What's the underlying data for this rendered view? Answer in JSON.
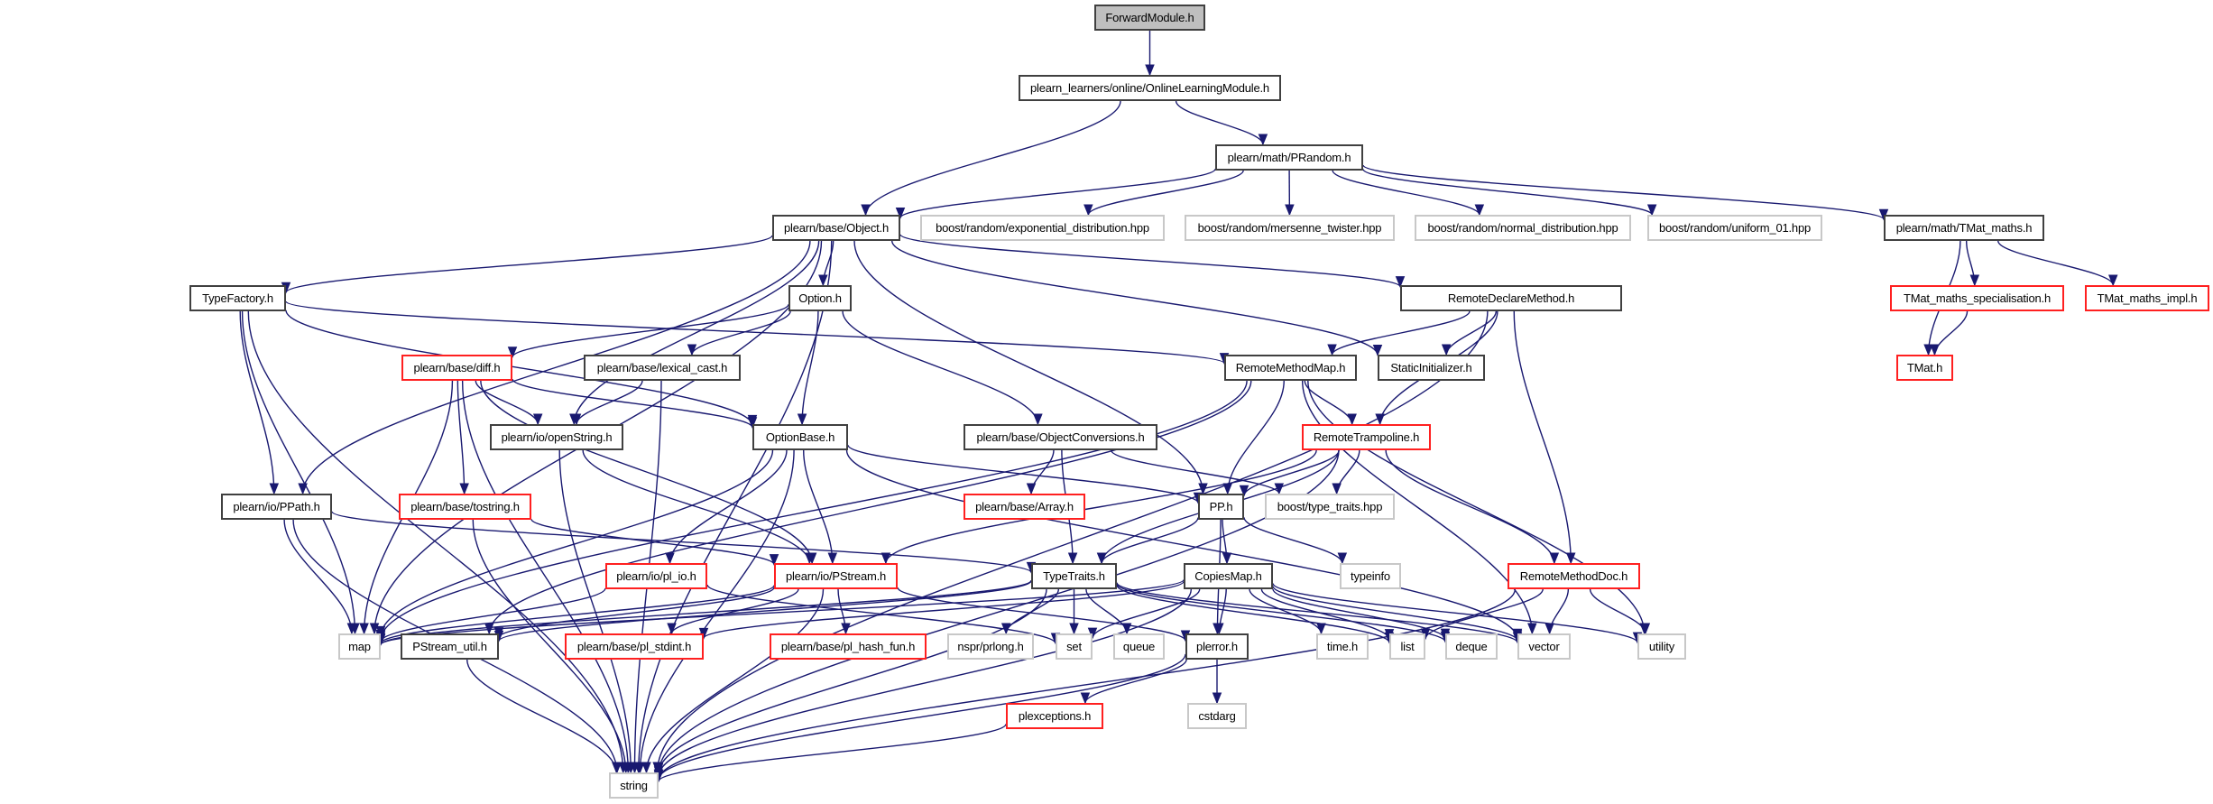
{
  "title": "ForwardModule.h",
  "colors": {
    "edge": "#191970",
    "root_fill": "#bfbfbf",
    "documented_border": "#404040",
    "undocumented_border": "#ff2020",
    "external_border": "#c8c8c8"
  },
  "nodes": [
    {
      "id": "fwd",
      "label": "ForwardModule.h",
      "kind": "root"
    },
    {
      "id": "olm",
      "label": "plearn_learners/online/OnlineLearningModule.h",
      "kind": "doc"
    },
    {
      "id": "prandom",
      "label": "plearn/math/PRandom.h",
      "kind": "doc"
    },
    {
      "id": "object",
      "label": "plearn/base/Object.h",
      "kind": "doc"
    },
    {
      "id": "bexp",
      "label": "boost/random/exponential_distribution.hpp",
      "kind": "ext"
    },
    {
      "id": "bmt",
      "label": "boost/random/mersenne_twister.hpp",
      "kind": "ext"
    },
    {
      "id": "bnorm",
      "label": "boost/random/normal_distribution.hpp",
      "kind": "ext"
    },
    {
      "id": "bunif",
      "label": "boost/random/uniform_01.hpp",
      "kind": "ext"
    },
    {
      "id": "tmatmaths",
      "label": "plearn/math/TMat_maths.h",
      "kind": "doc"
    },
    {
      "id": "typefactory",
      "label": "TypeFactory.h",
      "kind": "doc"
    },
    {
      "id": "option",
      "label": "Option.h",
      "kind": "doc"
    },
    {
      "id": "rdm",
      "label": "RemoteDeclareMethod.h",
      "kind": "doc"
    },
    {
      "id": "tmspec",
      "label": "TMat_maths_specialisation.h",
      "kind": "undoc"
    },
    {
      "id": "tmimpl",
      "label": "TMat_maths_impl.h",
      "kind": "undoc"
    },
    {
      "id": "diff",
      "label": "plearn/base/diff.h",
      "kind": "undoc"
    },
    {
      "id": "lexcast",
      "label": "plearn/base/lexical_cast.h",
      "kind": "doc"
    },
    {
      "id": "rmm",
      "label": "RemoteMethodMap.h",
      "kind": "doc"
    },
    {
      "id": "staticinit",
      "label": "StaticInitializer.h",
      "kind": "doc"
    },
    {
      "id": "tmat",
      "label": "TMat.h",
      "kind": "undoc"
    },
    {
      "id": "openstring",
      "label": "plearn/io/openString.h",
      "kind": "doc"
    },
    {
      "id": "optionbase",
      "label": "OptionBase.h",
      "kind": "doc"
    },
    {
      "id": "objconv",
      "label": "plearn/base/ObjectConversions.h",
      "kind": "doc"
    },
    {
      "id": "rtramp",
      "label": "RemoteTrampoline.h",
      "kind": "undoc"
    },
    {
      "id": "ppath",
      "label": "plearn/io/PPath.h",
      "kind": "doc"
    },
    {
      "id": "tostring",
      "label": "plearn/base/tostring.h",
      "kind": "undoc"
    },
    {
      "id": "array",
      "label": "plearn/base/Array.h",
      "kind": "undoc"
    },
    {
      "id": "pp",
      "label": "PP.h",
      "kind": "doc"
    },
    {
      "id": "typetraitshpp",
      "label": "boost/type_traits.hpp",
      "kind": "ext"
    },
    {
      "id": "plio",
      "label": "plearn/io/pl_io.h",
      "kind": "undoc"
    },
    {
      "id": "pstream",
      "label": "plearn/io/PStream.h",
      "kind": "undoc"
    },
    {
      "id": "typetraits",
      "label": "TypeTraits.h",
      "kind": "doc"
    },
    {
      "id": "copiesmap",
      "label": "CopiesMap.h",
      "kind": "doc"
    },
    {
      "id": "typeinfo",
      "label": "typeinfo",
      "kind": "ext"
    },
    {
      "id": "rmdoc",
      "label": "RemoteMethodDoc.h",
      "kind": "undoc"
    },
    {
      "id": "map",
      "label": "map",
      "kind": "ext"
    },
    {
      "id": "pstreamutil",
      "label": "PStream_util.h",
      "kind": "doc"
    },
    {
      "id": "plstdint",
      "label": "plearn/base/pl_stdint.h",
      "kind": "undoc"
    },
    {
      "id": "plhash",
      "label": "plearn/base/pl_hash_fun.h",
      "kind": "undoc"
    },
    {
      "id": "prlong",
      "label": "nspr/prlong.h",
      "kind": "ext"
    },
    {
      "id": "set",
      "label": "set",
      "kind": "ext"
    },
    {
      "id": "queue",
      "label": "queue",
      "kind": "ext"
    },
    {
      "id": "plerror",
      "label": "plerror.h",
      "kind": "doc"
    },
    {
      "id": "timeh",
      "label": "time.h",
      "kind": "ext"
    },
    {
      "id": "list",
      "label": "list",
      "kind": "ext"
    },
    {
      "id": "deque",
      "label": "deque",
      "kind": "ext"
    },
    {
      "id": "vector",
      "label": "vector",
      "kind": "ext"
    },
    {
      "id": "utility",
      "label": "utility",
      "kind": "ext"
    },
    {
      "id": "plexceptions",
      "label": "plexceptions.h",
      "kind": "undoc"
    },
    {
      "id": "cstdarg",
      "label": "cstdarg",
      "kind": "ext"
    },
    {
      "id": "string",
      "label": "string",
      "kind": "ext"
    }
  ],
  "edges": [
    [
      "fwd",
      "olm"
    ],
    [
      "olm",
      "object"
    ],
    [
      "olm",
      "prandom"
    ],
    [
      "prandom",
      "object"
    ],
    [
      "prandom",
      "bexp"
    ],
    [
      "prandom",
      "bmt"
    ],
    [
      "prandom",
      "bnorm"
    ],
    [
      "prandom",
      "bunif"
    ],
    [
      "prandom",
      "tmatmaths"
    ],
    [
      "tmatmaths",
      "tmat"
    ],
    [
      "tmatmaths",
      "tmspec"
    ],
    [
      "tmatmaths",
      "tmimpl"
    ],
    [
      "tmspec",
      "tmat"
    ],
    [
      "object",
      "typefactory"
    ],
    [
      "object",
      "option"
    ],
    [
      "object",
      "rdm"
    ],
    [
      "object",
      "staticinit"
    ],
    [
      "object",
      "pp"
    ],
    [
      "object",
      "openstring"
    ],
    [
      "object",
      "ppath"
    ],
    [
      "object",
      "map"
    ],
    [
      "object",
      "string"
    ],
    [
      "typefactory",
      "ppath"
    ],
    [
      "typefactory",
      "map"
    ],
    [
      "typefactory",
      "string"
    ],
    [
      "typefactory",
      "optionbase"
    ],
    [
      "typefactory",
      "rmm"
    ],
    [
      "option",
      "diff"
    ],
    [
      "option",
      "lexcast"
    ],
    [
      "option",
      "optionbase"
    ],
    [
      "option",
      "objconv"
    ],
    [
      "rdm",
      "rmm"
    ],
    [
      "rdm",
      "staticinit"
    ],
    [
      "rdm",
      "rtramp"
    ],
    [
      "rdm",
      "rmdoc"
    ],
    [
      "rdm",
      "string"
    ],
    [
      "diff",
      "openstring"
    ],
    [
      "diff",
      "tostring"
    ],
    [
      "diff",
      "optionbase"
    ],
    [
      "diff",
      "pstream"
    ],
    [
      "diff",
      "map"
    ],
    [
      "diff",
      "string"
    ],
    [
      "lexcast",
      "openstring"
    ],
    [
      "lexcast",
      "string"
    ],
    [
      "rmm",
      "pp"
    ],
    [
      "rmm",
      "rtramp"
    ],
    [
      "rmm",
      "map"
    ],
    [
      "rmm",
      "pstreamutil"
    ],
    [
      "rmm",
      "vector"
    ],
    [
      "rmm",
      "utility"
    ],
    [
      "openstring",
      "pstream"
    ],
    [
      "openstring",
      "string"
    ],
    [
      "optionbase",
      "pp"
    ],
    [
      "optionbase",
      "pstream"
    ],
    [
      "optionbase",
      "plio"
    ],
    [
      "optionbase",
      "map"
    ],
    [
      "optionbase",
      "string"
    ],
    [
      "optionbase",
      "vector"
    ],
    [
      "objconv",
      "array"
    ],
    [
      "objconv",
      "typetraits"
    ],
    [
      "objconv",
      "typetraitshpp"
    ],
    [
      "rtramp",
      "pp"
    ],
    [
      "rtramp",
      "typetraitshpp"
    ],
    [
      "rtramp",
      "pstream"
    ],
    [
      "rtramp",
      "typetraits"
    ],
    [
      "rtramp",
      "rmdoc"
    ],
    [
      "rtramp",
      "string"
    ],
    [
      "ppath",
      "typetraits"
    ],
    [
      "ppath",
      "map"
    ],
    [
      "ppath",
      "string"
    ],
    [
      "tostring",
      "pstream"
    ],
    [
      "tostring",
      "string"
    ],
    [
      "pp",
      "typetraits"
    ],
    [
      "pp",
      "copiesmap"
    ],
    [
      "pp",
      "typeinfo"
    ],
    [
      "pp",
      "plerror"
    ],
    [
      "plio",
      "map"
    ],
    [
      "plio",
      "set"
    ],
    [
      "pstream",
      "map"
    ],
    [
      "pstream",
      "pstreamutil"
    ],
    [
      "pstream",
      "plstdint"
    ],
    [
      "pstream",
      "plhash"
    ],
    [
      "pstream",
      "plerror"
    ],
    [
      "pstream",
      "string"
    ],
    [
      "typetraits",
      "map"
    ],
    [
      "typetraits",
      "set"
    ],
    [
      "typetraits",
      "queue"
    ],
    [
      "typetraits",
      "prlong"
    ],
    [
      "typetraits",
      "list"
    ],
    [
      "typetraits",
      "vector"
    ],
    [
      "typetraits",
      "deque"
    ],
    [
      "typetraits",
      "string"
    ],
    [
      "typetraits",
      "pstreamutil"
    ],
    [
      "copiesmap",
      "map"
    ],
    [
      "copiesmap",
      "set"
    ],
    [
      "copiesmap",
      "plerror"
    ],
    [
      "copiesmap",
      "timeh"
    ],
    [
      "copiesmap",
      "list"
    ],
    [
      "copiesmap",
      "deque"
    ],
    [
      "copiesmap",
      "vector"
    ],
    [
      "copiesmap",
      "utility"
    ],
    [
      "copiesmap",
      "plstdint"
    ],
    [
      "copiesmap",
      "string"
    ],
    [
      "rmdoc",
      "list"
    ],
    [
      "rmdoc",
      "vector"
    ],
    [
      "rmdoc",
      "utility"
    ],
    [
      "rmdoc",
      "string"
    ],
    [
      "pstreamutil",
      "string"
    ],
    [
      "plerror",
      "plexceptions"
    ],
    [
      "plerror",
      "cstdarg"
    ],
    [
      "plerror",
      "string"
    ],
    [
      "plexceptions",
      "string"
    ]
  ]
}
